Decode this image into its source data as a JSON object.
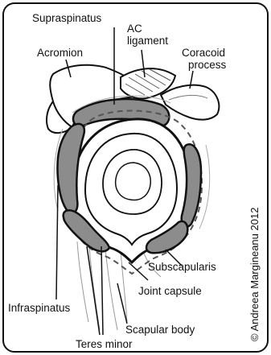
{
  "labels": {
    "supraspinatus": "Supraspinatus",
    "ac_ligament_line1": "AC",
    "ac_ligament_line2": "ligament",
    "acromion": "Acromion",
    "coracoid_line1": "Coracoid",
    "coracoid_line2": "process",
    "subscapularis": "Subscapularis",
    "infraspinatus": "Infraspinatus",
    "joint_capsule": "Joint capsule",
    "scapular_body": "Scapular body",
    "teres_minor": "Teres minor"
  },
  "copyright": "© Andreea Margineanu 2012",
  "colors": {
    "muscle_fill": "#8c8c8c",
    "outline": "#111111",
    "background": "#ffffff"
  }
}
